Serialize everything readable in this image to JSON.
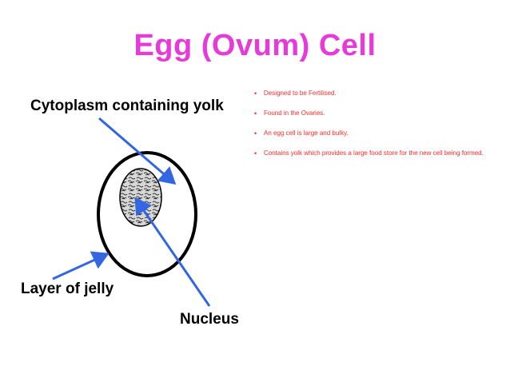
{
  "title": "Egg (Ovum) Cell",
  "labels": {
    "cytoplasm": "Cytoplasm containing yolk",
    "jelly": "Layer of jelly",
    "nucleus": "Nucleus"
  },
  "bullets": [
    "Designed to be Fertilised.",
    "Found in the Ovaries.",
    "An egg cell is large and bulky.",
    "Contains yolk which provides a large food store for the new cell being formed."
  ],
  "colors": {
    "title": "#e63ad9",
    "bullet_text": "#ff2a2a",
    "arrow": "#3366e0",
    "outline": "#000000"
  }
}
